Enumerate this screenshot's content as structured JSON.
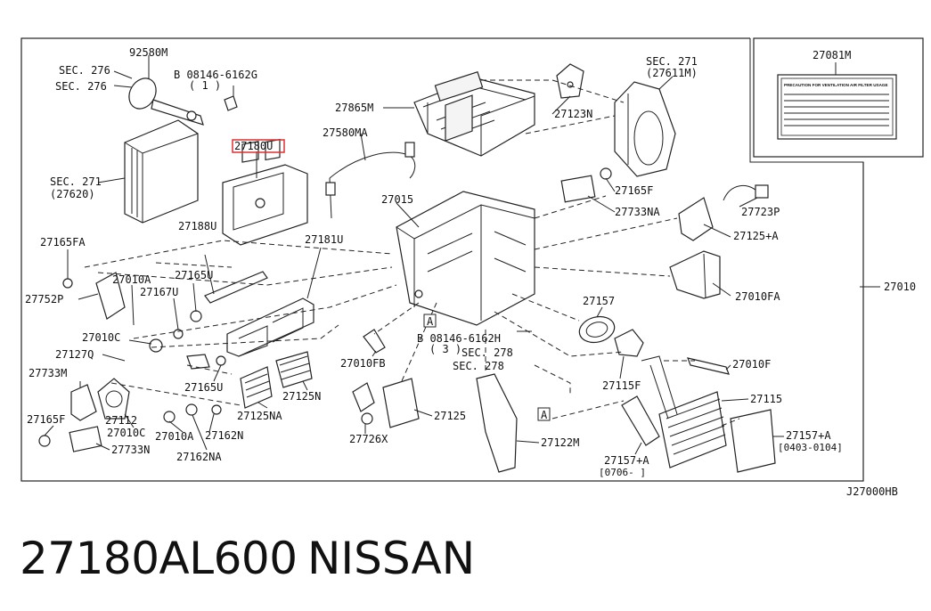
{
  "labels": {
    "p92580M": "92580M",
    "sec276a": "SEC. 276",
    "sec276b": "SEC. 276",
    "bolt1": "B 08146-6162G",
    "bolt1q": "( 1 )",
    "sec271L": "SEC. 271",
    "sec271Lsub": "(27620)",
    "p27180U": "27180U",
    "p27865M": "27865M",
    "p27580MA": "27580MA",
    "sec271T": "SEC. 271",
    "sec271Tsub": "(27611M)",
    "p27123N": "27123N",
    "p27081M": "27081M",
    "p27165FA": "27165FA",
    "p27188U": "27188U",
    "p27181U": "27181U",
    "p27015": "27015",
    "p27165F_r": "27165F",
    "p27733NA": "27733NA",
    "p27723P": "27723P",
    "p27125A": "27125+A",
    "p27752P": "27752P",
    "p27010A_1": "27010A",
    "p27165U_1": "27165U",
    "p27167U": "27167U",
    "p27010C_1": "27010C",
    "p27127Q": "27127Q",
    "p27733M": "27733M",
    "p27165U_2": "27165U",
    "p27125N": "27125N",
    "p27125NA": "27125NA",
    "p27112": "27112",
    "p27010C_2": "27010C",
    "p27010A_2": "27010A",
    "p27162N": "27162N",
    "p27162NA": "27162NA",
    "p27165F_l": "27165F",
    "p27733N": "27733N",
    "markA1": "A",
    "bolt2": "B 08146-6162H",
    "bolt2q": "( 3 )",
    "p27010FB": "27010FB",
    "sec278a": "SEC. 278",
    "sec278b": "SEC. 278",
    "p27726X": "27726X",
    "p27125": "27125",
    "markA2": "A",
    "p27122M": "27122M",
    "p27157": "27157",
    "p27010FA": "27010FA",
    "p27010": "27010",
    "p27115F": "27115F",
    "p27010F": "27010F",
    "p27115": "27115",
    "p27157A_r": "27157+A",
    "p27157A_r_range": "[0403-0104]",
    "p27157A_b": "27157+A",
    "p27157A_b_range": "[0706-    ]",
    "diagramCode": "J27000HB",
    "labelPlateTitle": "PRECAUTION FOR VENTILATION AIR FILTER USAGE"
  },
  "footer": {
    "partNumber": "27180AL600",
    "brand": "NISSAN"
  },
  "colors": {
    "highlight": "#e03030",
    "ink": "#222222"
  }
}
